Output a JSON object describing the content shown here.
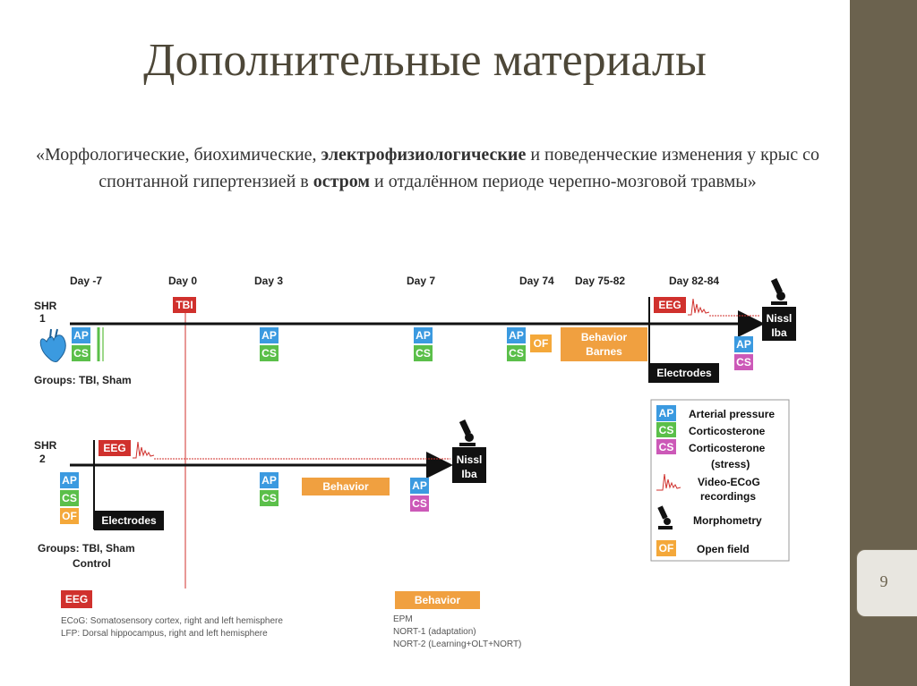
{
  "title": "Дополнительные материалы",
  "subtitle": {
    "p1": "«Морфологические, биохимические, ",
    "b1": "электрофизиологические",
    "p2": " и поведенческие изменения у крыс со спонтанной гипертензией в ",
    "b2": "остром",
    "p3": " и отдалённом периоде черепно-мозговой травмы»"
  },
  "page_number": "9",
  "diagram": {
    "days": [
      "Day -7",
      "Day 0",
      "Day 3",
      "Day 7",
      "Day 74",
      "Day 75-82",
      "Day 82-84"
    ],
    "shr1": {
      "label1": "SHR",
      "label2": "1",
      "groups": "Groups: TBI, Sham",
      "tbi": "TBI",
      "eeg": "EEG",
      "ap": "AP",
      "cs": "CS",
      "of": "OF",
      "behavior1": "Behavior",
      "behavior2": "Barnes",
      "electrodes": "Electrodes",
      "nissl": "Nissl",
      "iba": "Iba"
    },
    "shr2": {
      "label1": "SHR",
      "label2": "2",
      "groups1": "Groups: TBI, Sham",
      "groups2": "Control",
      "eeg": "EEG",
      "ap": "AP",
      "cs": "CS",
      "of": "OF",
      "behavior": "Behavior",
      "electrodes": "Electrodes",
      "nissl": "Nissl",
      "iba": "Iba"
    },
    "legend": [
      {
        "badge": "AP",
        "color": "#3b9ae0",
        "text": "Arterial pressure"
      },
      {
        "badge": "CS",
        "color": "#5bbf4a",
        "text": "Corticosterone"
      },
      {
        "badge": "CS",
        "color": "#cc59b8",
        "text": "Corticosterone",
        "text2": "(stress)"
      },
      {
        "icon": "ecog-trace-icon",
        "text": "Video-ECoG",
        "text2": "recordings"
      },
      {
        "icon": "microscope-icon",
        "text": "Morphometry"
      },
      {
        "badge": "OF",
        "color": "#f4a83a",
        "text": "Open field"
      }
    ],
    "footnotes": {
      "eeg": "EEG",
      "ecog": "ECoG: Somatosensory cortex, right and left hemisphere",
      "lfp": "LFP: Dorsal hippocampus, right and left hemisphere",
      "behavior": "Behavior",
      "epm": "EPM",
      "nort1": "NORT-1 (adaptation)",
      "nort2": "NORT-2 (Learning+OLT+NORT)"
    },
    "colors": {
      "ap": "#3b9ae0",
      "cs": "#5bbf4a",
      "cs_stress": "#cc59b8",
      "of": "#f4a83a",
      "behavior": "#f0a040",
      "red": "#d0312d",
      "black": "#111111"
    }
  }
}
